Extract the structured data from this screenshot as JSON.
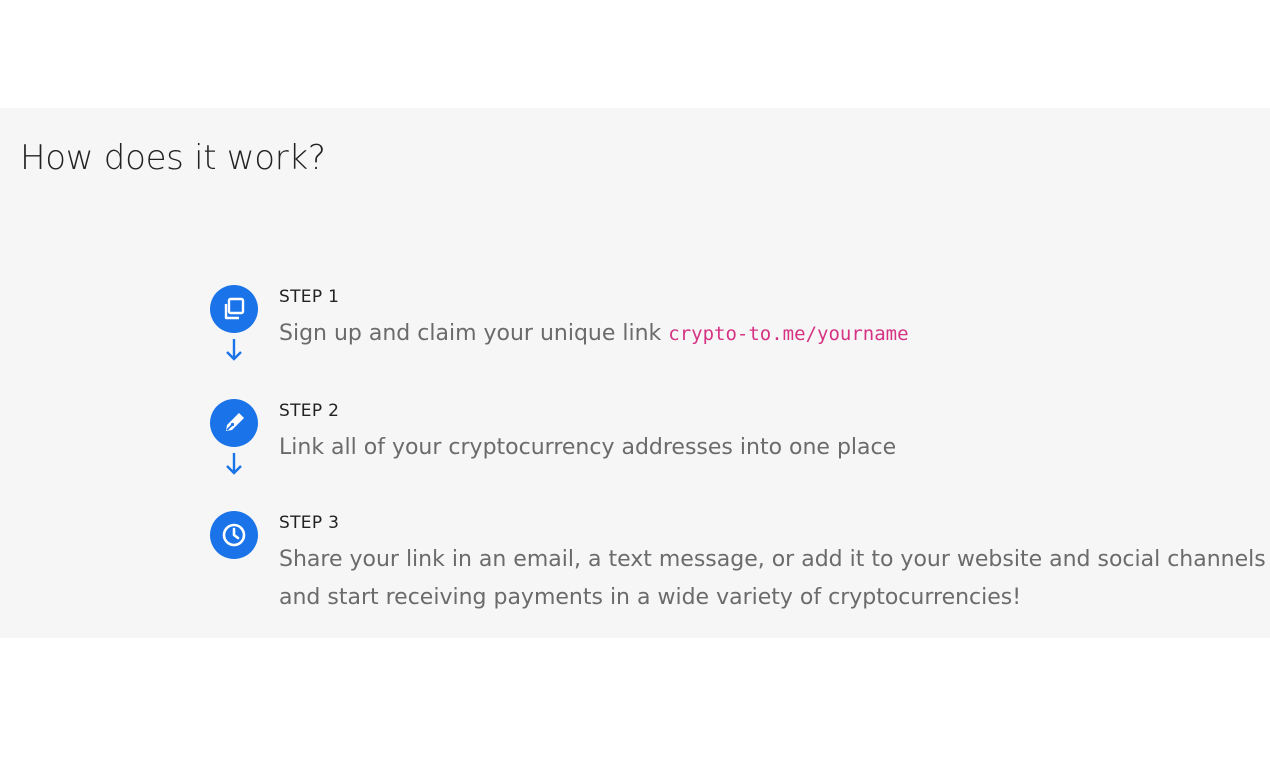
{
  "section": {
    "heading": "How does it work?",
    "accent_color": "#1a73e8",
    "code_color": "#d63384",
    "steps": [
      {
        "label": "STEP 1",
        "icon": "copy-icon",
        "text": "Sign up and claim your unique link ",
        "code": "crypto-to.me/yourname"
      },
      {
        "label": "STEP 2",
        "icon": "pen-icon",
        "text": "Link all of your cryptocurrency addresses into one place"
      },
      {
        "label": "STEP 3",
        "icon": "clock-icon",
        "text": "Share your link in an email, a text message, or add it to your website and social channels and start receiving payments in a wide variety of cryptocurrencies!"
      }
    ]
  }
}
